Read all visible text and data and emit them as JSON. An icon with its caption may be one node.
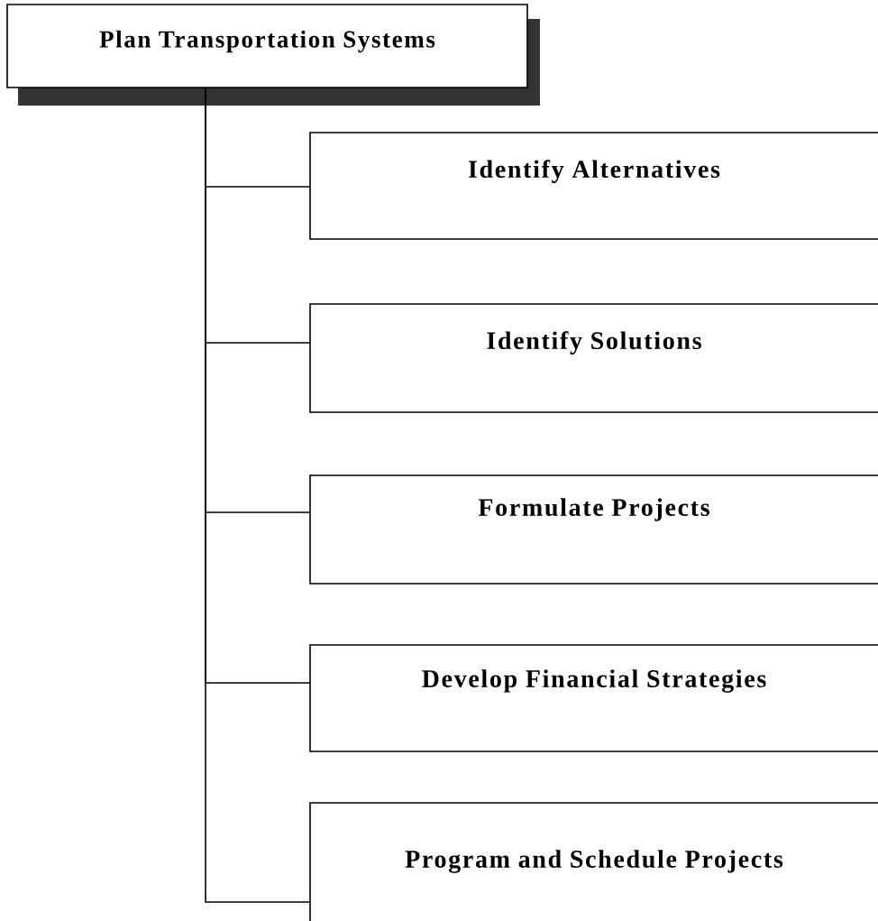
{
  "diagram": {
    "nodes": [
      {
        "text": [
          "Plan Transportation Systems"
        ]
      },
      {
        "text": [
          "Identify Alternatives"
        ]
      },
      {
        "text": [
          "Identify Solutions"
        ]
      },
      {
        "text": [
          "Formulate Projects"
        ]
      },
      {
        "text": [
          "Develop Financial Strategies"
        ]
      },
      {
        "text": [
          "Program and Schedule Projects"
        ]
      }
    ],
    "edges": [
      {
        "from": 0,
        "to": 1,
        "arrow": "none"
      },
      {
        "from": 0,
        "to": 2,
        "arrow": "none"
      },
      {
        "from": 0,
        "to": 3,
        "arrow": "none"
      },
      {
        "from": 0,
        "to": 4,
        "arrow": "none"
      },
      {
        "from": 0,
        "to": 5,
        "arrow": "none"
      }
    ]
  }
}
